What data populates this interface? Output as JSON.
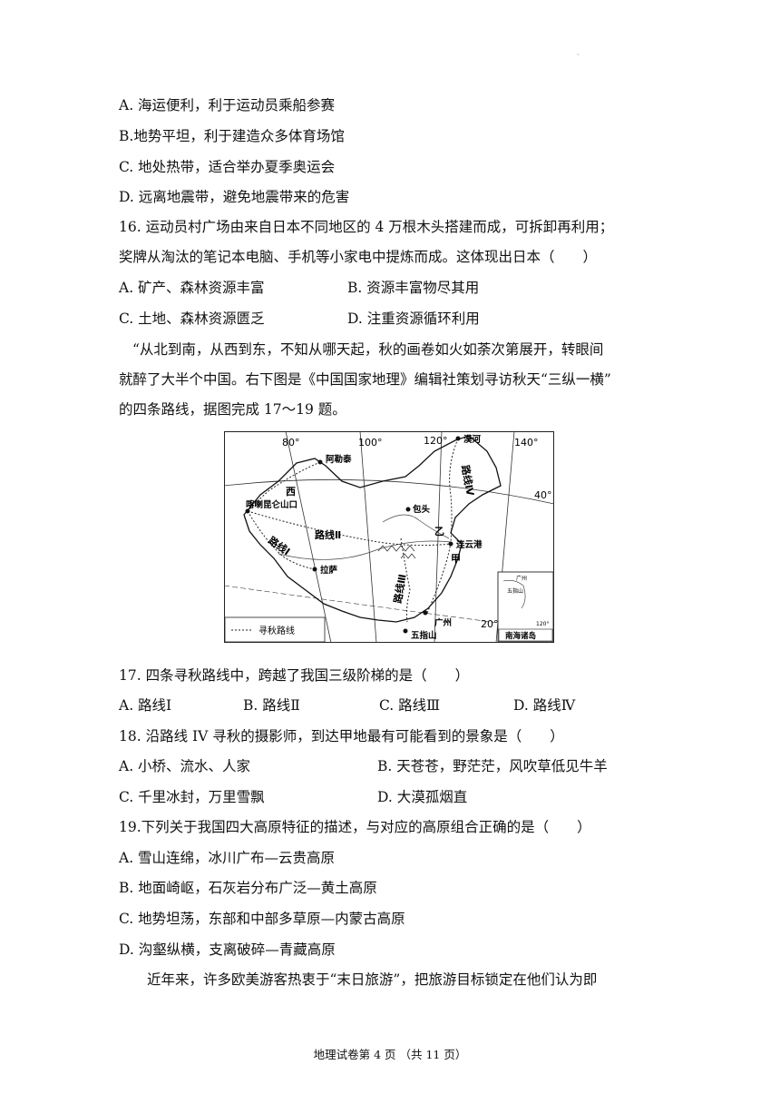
{
  "q15": {
    "options": [
      "A. 海运便利，利于运动员乘船参赛",
      "B.地势平坦，利于建造众多体育场馆",
      "C. 地处热带，适合举办夏季奥运会",
      "D. 远离地震带，避免地震带来的危害"
    ]
  },
  "q16": {
    "stem_line1": "16. 运动员村广场由来自日本不同地区的 4 万根木头搭建而成，可拆卸再利用；",
    "stem_line2": "奖牌从淘汰的笔记本电脑、手机等小家电中提炼而成。这体现出日本（　　）",
    "options": [
      "A. 矿产、森林资源丰富",
      "B. 资源丰富物尽其用",
      "C. 土地、森林资源匮乏",
      "D. 注重资源循环利用"
    ]
  },
  "intro": {
    "line1": "“从北到南，从西到东，不知从哪天起，秋的画卷如火如荼次第展开，转眼间",
    "line2": "就醉了大半个中国。右下图是《中国国家地理》编辑社策划寻访秋天“三纵一横”",
    "line3": "的四条路线，据图完成 17～19 题。"
  },
  "map": {
    "lon_labels": [
      "80°",
      "100°",
      "120°",
      "140°"
    ],
    "lat_labels": [
      "40°",
      "20°"
    ],
    "places": [
      "阿勒泰",
      "漠河",
      "包头",
      "喀喇昆仑山口",
      "连云港",
      "拉萨",
      "广州",
      "五指山"
    ],
    "region_labels": [
      "西",
      "乙",
      "甲"
    ],
    "routes": [
      "路线Ⅰ",
      "路线Ⅱ",
      "路线Ⅲ",
      "路线Ⅳ"
    ],
    "legend": "寻秋路线",
    "inset_title": "南海诸岛",
    "inset_labels": [
      "广州",
      "五指山",
      "120°"
    ]
  },
  "q17": {
    "stem": "17. 四条寻秋路线中，跨越了我国三级阶梯的是（　　）",
    "options": [
      "A. 路线Ⅰ",
      "B. 路线Ⅱ",
      "C. 路线Ⅲ",
      "D. 路线Ⅳ"
    ]
  },
  "q18": {
    "stem": "18. 沿路线 IV 寻秋的摄影师，到达甲地最有可能看到的景象是（　　）",
    "options": [
      "A. 小桥、流水、人家",
      "B. 天苍苍，野茫茫，风吹草低见牛羊",
      "C. 千里冰封，万里雪飘",
      "D. 大漠孤烟直"
    ]
  },
  "q19": {
    "stem": "19.下列关于我国四大高原特征的描述，与对应的高原组合正确的是（　　）",
    "options": [
      "A. 雪山连绵，冰川广布—云贵高原",
      "B. 地面崎岖，石灰岩分布广泛—黄土高原",
      "C. 地势坦荡，东部和中部多草原—内蒙古高原",
      "D. 沟壑纵横，支离破碎—青藏高原"
    ]
  },
  "trailing": "近年来，许多欧美游客热衷于“末日旅游”，把旅游目标锁定在他们认为即",
  "footer": "地理试卷第 4 页 （共 11 页）"
}
